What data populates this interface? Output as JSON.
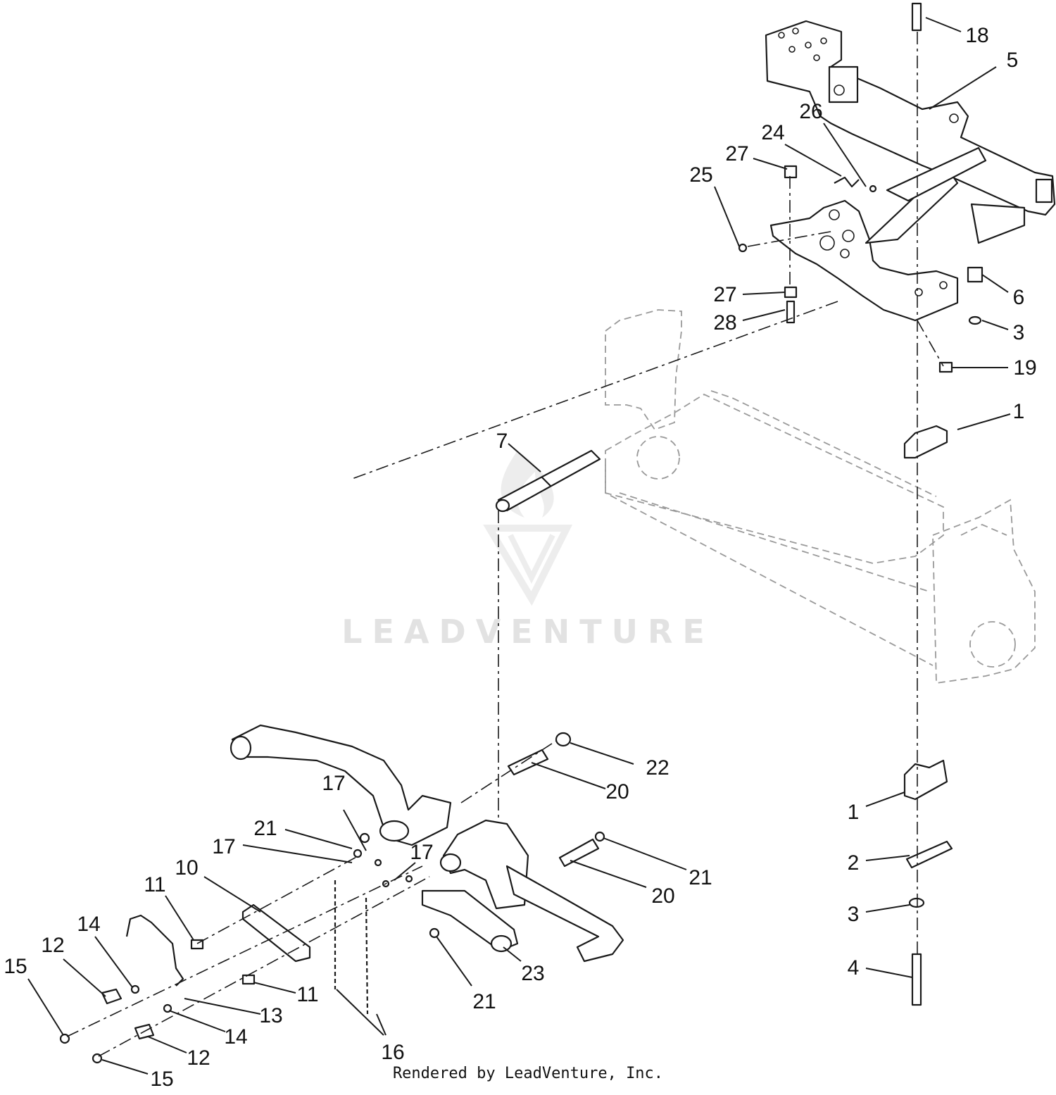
{
  "watermark": {
    "text": "LEADVENTURE"
  },
  "footer": {
    "credit": "Rendered by LeadVenture, Inc."
  },
  "callouts": [
    {
      "label": "18"
    },
    {
      "label": "5"
    },
    {
      "label": "26"
    },
    {
      "label": "24"
    },
    {
      "label": "27"
    },
    {
      "label": "25"
    },
    {
      "label": "27"
    },
    {
      "label": "28"
    },
    {
      "label": "6"
    },
    {
      "label": "3"
    },
    {
      "label": "19"
    },
    {
      "label": "1"
    },
    {
      "label": "7"
    },
    {
      "label": "22"
    },
    {
      "label": "20"
    },
    {
      "label": "17"
    },
    {
      "label": "21"
    },
    {
      "label": "17"
    },
    {
      "label": "17"
    },
    {
      "label": "10"
    },
    {
      "label": "11"
    },
    {
      "label": "14"
    },
    {
      "label": "12"
    },
    {
      "label": "15"
    },
    {
      "label": "11"
    },
    {
      "label": "13"
    },
    {
      "label": "14"
    },
    {
      "label": "12"
    },
    {
      "label": "15"
    },
    {
      "label": "16"
    },
    {
      "label": "21"
    },
    {
      "label": "23"
    },
    {
      "label": "21"
    },
    {
      "label": "20"
    },
    {
      "label": "1"
    },
    {
      "label": "2"
    },
    {
      "label": "3"
    },
    {
      "label": "4"
    }
  ]
}
